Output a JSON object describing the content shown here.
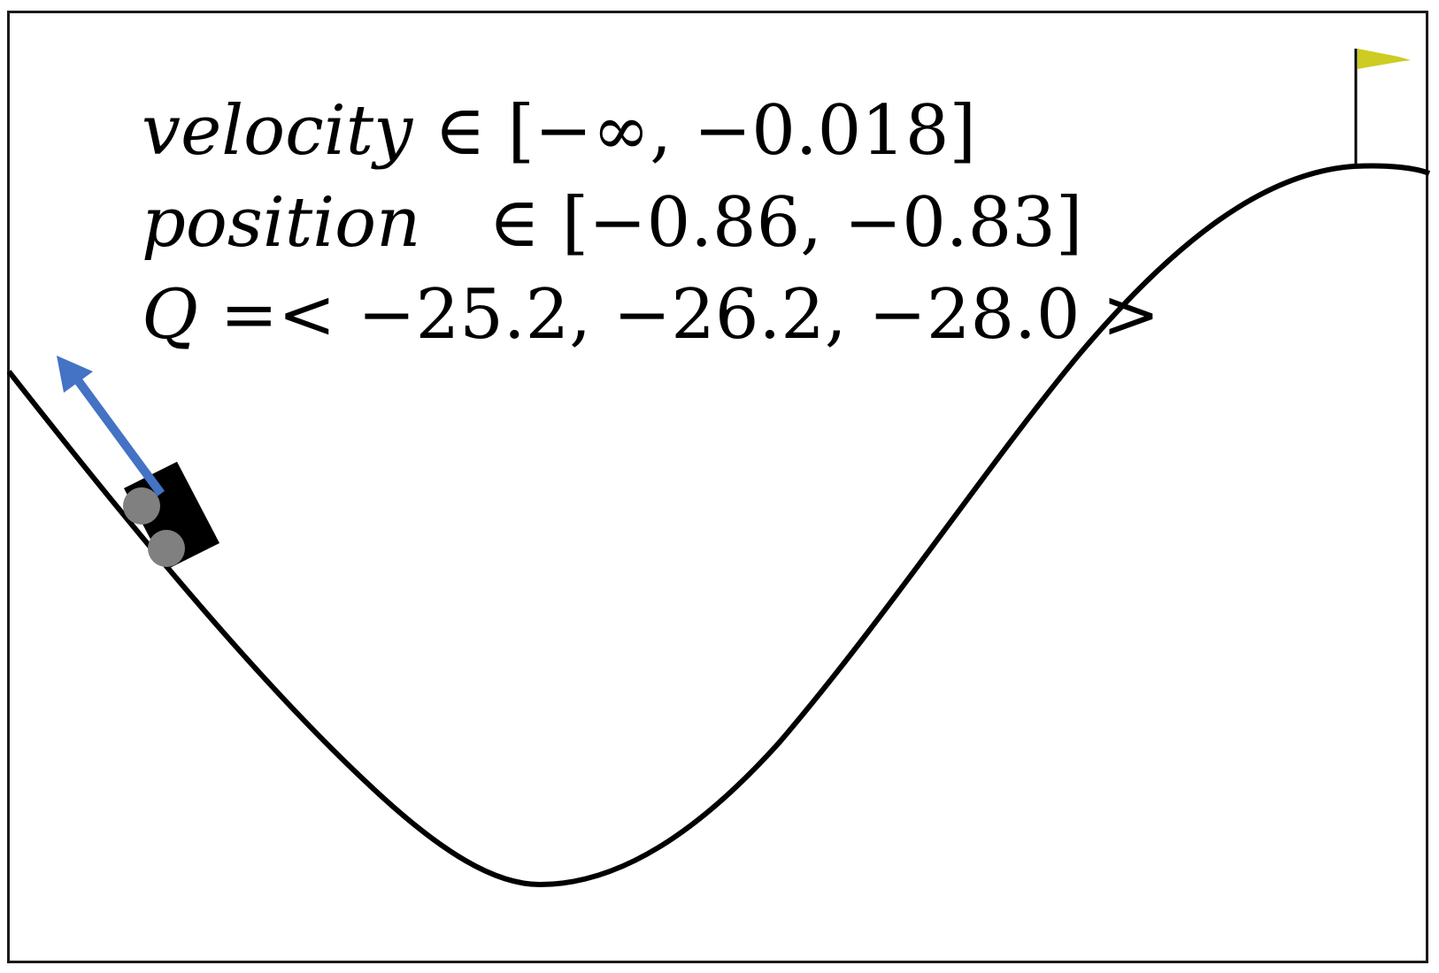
{
  "colors": {
    "background": "#ffffff",
    "track": "#000000",
    "car_body": "#000000",
    "wheels": "#808080",
    "action_arrow": "#4472c4",
    "flag": "#cccc22",
    "flagpole": "#000000"
  },
  "state": {
    "velocity": {
      "name": "velocity",
      "symbol": "∈",
      "range": "[−∞, −0.018]"
    },
    "position": {
      "name": "position",
      "symbol": "∈",
      "range": "[−0.86, −0.83]"
    },
    "q_values": {
      "name": "Q",
      "expression": "=< −25.2, −26.2, −28.0 >"
    }
  },
  "scene": {
    "environment": "mountain-car",
    "action_arrow_direction": "up-left",
    "goal": "flag-icon"
  }
}
